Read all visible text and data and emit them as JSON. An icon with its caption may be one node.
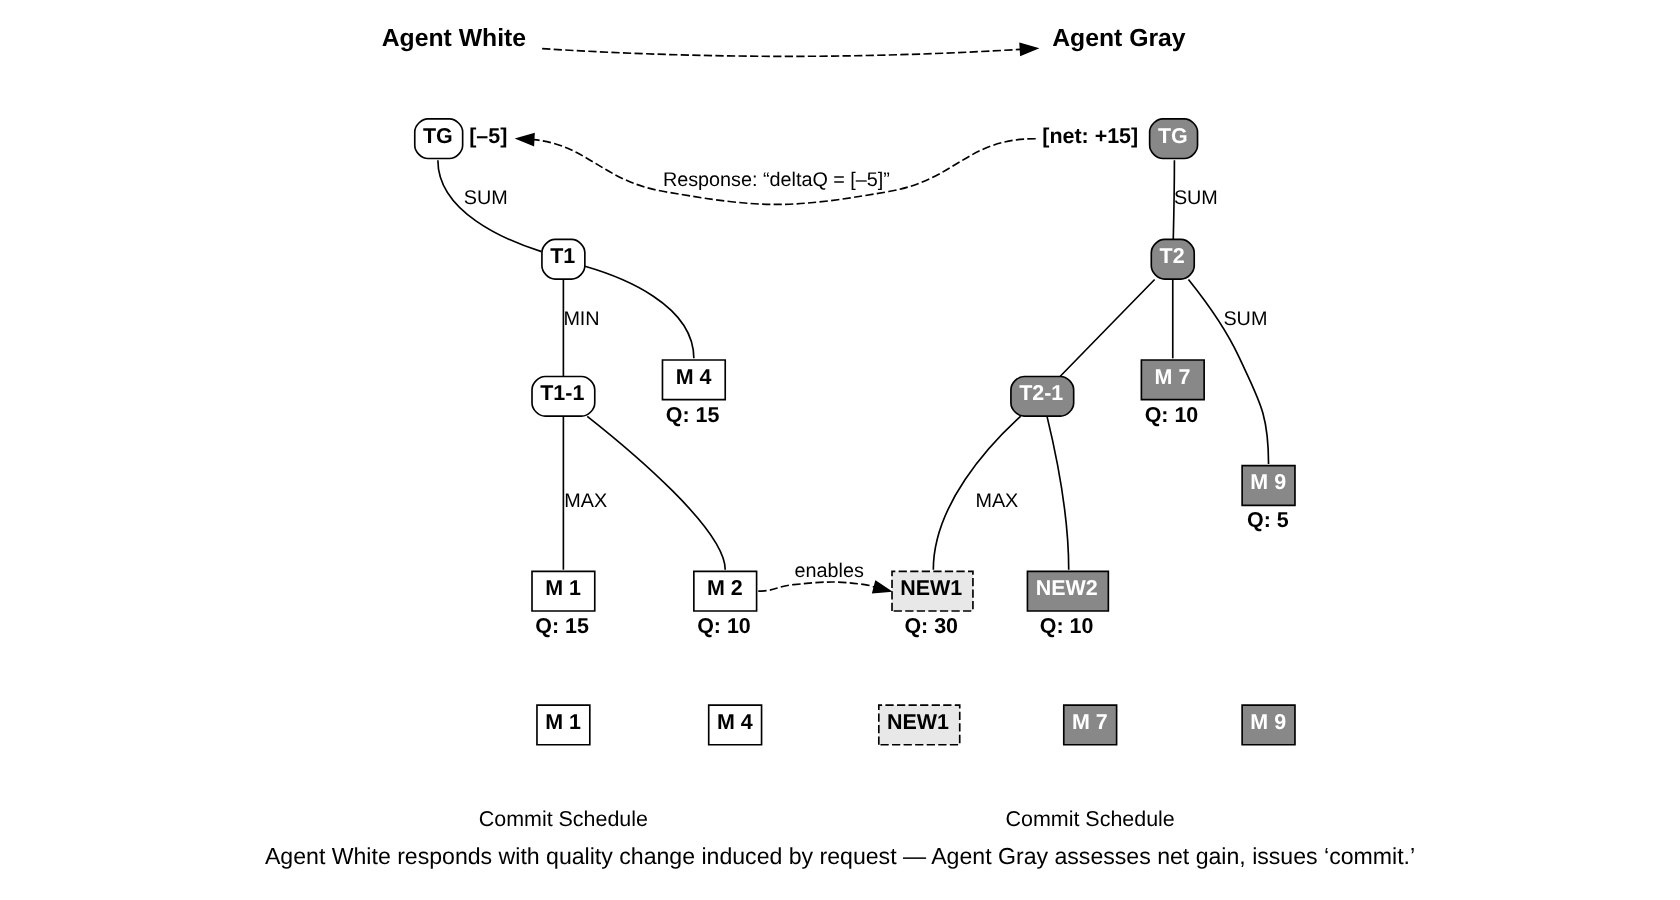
{
  "diagram": {
    "caption": "Agent White responds with quality change induced by request — Agent Gray assesses net gain, issues ‘commit.’",
    "nodes": [
      {
        "text": [
          "Agent White"
        ]
      },
      {
        "text": [
          "Agent Gray"
        ]
      },
      {
        "text": [
          "TG"
        ],
        "beside": [
          "[–5]"
        ]
      },
      {
        "text": [
          "T1"
        ]
      },
      {
        "text": [
          "T1-1"
        ]
      },
      {
        "text": [
          "M 4"
        ],
        "beside": [
          "Q: 15"
        ]
      },
      {
        "text": [
          "M 1"
        ],
        "beside": [
          "Q: 15"
        ]
      },
      {
        "text": [
          "M 2"
        ],
        "beside": [
          "Q: 10"
        ]
      },
      {
        "text": [
          "TG"
        ],
        "beside": [
          "[net: +15]"
        ]
      },
      {
        "text": [
          "T2"
        ]
      },
      {
        "text": [
          "T2-1"
        ]
      },
      {
        "text": [
          "M 7"
        ],
        "beside": [
          "Q: 10"
        ]
      },
      {
        "text": [
          "M 9"
        ],
        "beside": [
          "Q: 5"
        ]
      },
      {
        "text": [
          "NEW1"
        ],
        "beside": [
          "Q: 30"
        ]
      },
      {
        "text": [
          "NEW2"
        ],
        "beside": [
          "Q: 10"
        ]
      },
      {
        "text": [
          "M 1"
        ]
      },
      {
        "text": [
          "M 4"
        ]
      },
      {
        "text": [
          "NEW1"
        ]
      },
      {
        "text": [
          "M 7"
        ]
      },
      {
        "text": [
          "M 9"
        ]
      }
    ],
    "edges": [
      {
        "from": 0,
        "to": 1,
        "arrow": "to",
        "style": "dashed"
      },
      {
        "from": 8,
        "to": 2,
        "arrow": "to",
        "style": "dashed",
        "label": "Response: “deltaQ = [–5]”"
      },
      {
        "from": 2,
        "to": 3,
        "arrow": "none",
        "label": "SUM"
      },
      {
        "from": 3,
        "to": 4,
        "arrow": "none",
        "label": "MIN"
      },
      {
        "from": 3,
        "to": 5,
        "arrow": "none"
      },
      {
        "from": 4,
        "to": 6,
        "arrow": "none",
        "label": "MAX"
      },
      {
        "from": 4,
        "to": 7,
        "arrow": "none"
      },
      {
        "from": 7,
        "to": 13,
        "arrow": "to",
        "style": "dashed",
        "label": "enables"
      },
      {
        "from": 8,
        "to": 9,
        "arrow": "none",
        "label": "SUM"
      },
      {
        "from": 9,
        "to": 10,
        "arrow": "none"
      },
      {
        "from": 9,
        "to": 11,
        "arrow": "none"
      },
      {
        "from": 9,
        "to": 12,
        "arrow": "none",
        "label": "SUM"
      },
      {
        "from": 10,
        "to": 13,
        "arrow": "none",
        "label": "MAX"
      },
      {
        "from": 10,
        "to": 14,
        "arrow": "none"
      }
    ],
    "labels": [
      "Commit Schedule",
      "Commit Schedule"
    ]
  }
}
